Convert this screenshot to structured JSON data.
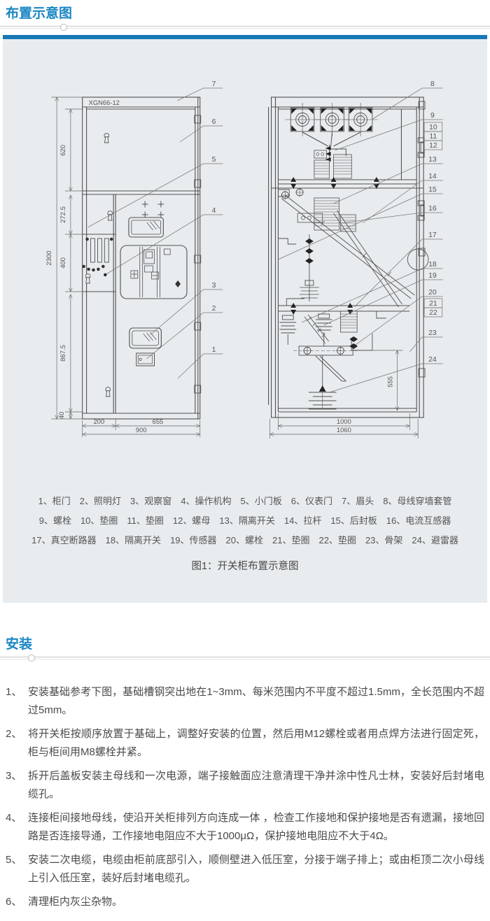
{
  "colors": {
    "accent": "#1878b4",
    "title_blue": "#1a86c4",
    "panel_bg": "#e8ecef",
    "drawing_line": "#4f4f4f",
    "body_text": "#4a4a4a"
  },
  "layout_section": {
    "title": "布置示意图",
    "figure": {
      "model": "XGN66-12",
      "callouts": [
        "1",
        "2",
        "3",
        "4",
        "5",
        "6",
        "7",
        "8",
        "9",
        "10",
        "11",
        "12",
        "13",
        "14",
        "15",
        "16",
        "17",
        "18",
        "19",
        "20",
        "21",
        "22",
        "23",
        "24"
      ],
      "front_dims": {
        "total": "2300",
        "sec1": "620",
        "sec2": "272.5",
        "sec3": "400",
        "sec4": "867.5",
        "base": "40",
        "w_left": "200",
        "w_right": "655",
        "w_total": "900"
      },
      "side_dims": {
        "inner": "555",
        "w_inner": "1000",
        "w_total": "1060"
      }
    },
    "parts_rows": [
      [
        {
          "no": "1",
          "name": "柜门"
        },
        {
          "no": "2",
          "name": "照明灯"
        },
        {
          "no": "3",
          "name": "观察窗"
        },
        {
          "no": "4",
          "name": "操作机构"
        },
        {
          "no": "5",
          "name": "小门板"
        },
        {
          "no": "6",
          "name": "仪表门"
        },
        {
          "no": "7",
          "name": "眉头"
        },
        {
          "no": "8",
          "name": "母线穿墙套管"
        }
      ],
      [
        {
          "no": "9",
          "name": "螺栓"
        },
        {
          "no": "10",
          "name": "垫圈"
        },
        {
          "no": "11",
          "name": "垫圈"
        },
        {
          "no": "12",
          "name": "螺母"
        },
        {
          "no": "13",
          "name": "隔离开关"
        },
        {
          "no": "14",
          "name": "拉杆"
        },
        {
          "no": "15",
          "name": "后封板"
        },
        {
          "no": "16",
          "name": "电流互感器"
        }
      ],
      [
        {
          "no": "17",
          "name": "真空断路器"
        },
        {
          "no": "18",
          "name": "隔离开关"
        },
        {
          "no": "19",
          "name": "传感器"
        },
        {
          "no": "20",
          "name": "螺栓"
        },
        {
          "no": "21",
          "name": "垫圈"
        },
        {
          "no": "22",
          "name": "垫圈"
        },
        {
          "no": "23",
          "name": "骨架"
        },
        {
          "no": "24",
          "name": "避雷器"
        }
      ]
    ],
    "caption": "图1：开关柜布置示意图"
  },
  "install_section": {
    "title": "安装",
    "items": [
      {
        "no": "1",
        "text": "安装基础参考下图，基础槽钢突出地在1~3mm、每米范围内不平度不超过1.5mm，全长范围内不超过5mm。"
      },
      {
        "no": "2",
        "text": "将开关柜按顺序放置于基础上，调整好安装的位置，然后用M12螺栓或者用点焊方法进行固定死，柜与柜间用M8螺栓并紧。"
      },
      {
        "no": "3",
        "text": "拆开后盖板安装主母线和一次电源，端子接触面应注意清理干净并涂中性凡士林，安装好后封堵电缆孔。"
      },
      {
        "no": "4",
        "text": "连接柜间接地母线，使沿开关柜排列方向连成一体 ，检查工作接地和保护接地是否有遗漏，接地回路是否连接导通，工作接地电阻应不大于1000μΩ，保护接地电阻应不大于4Ω。"
      },
      {
        "no": "5",
        "text": "安装二次电缆，电缆由柜前底部引入，顺侧壁进入低压室，分接于端子排上；或由柜顶二次小母线上引入低压室，装好后封堵电缆孔。"
      },
      {
        "no": "6",
        "text": "清理柜内灰尘杂物。"
      }
    ]
  }
}
